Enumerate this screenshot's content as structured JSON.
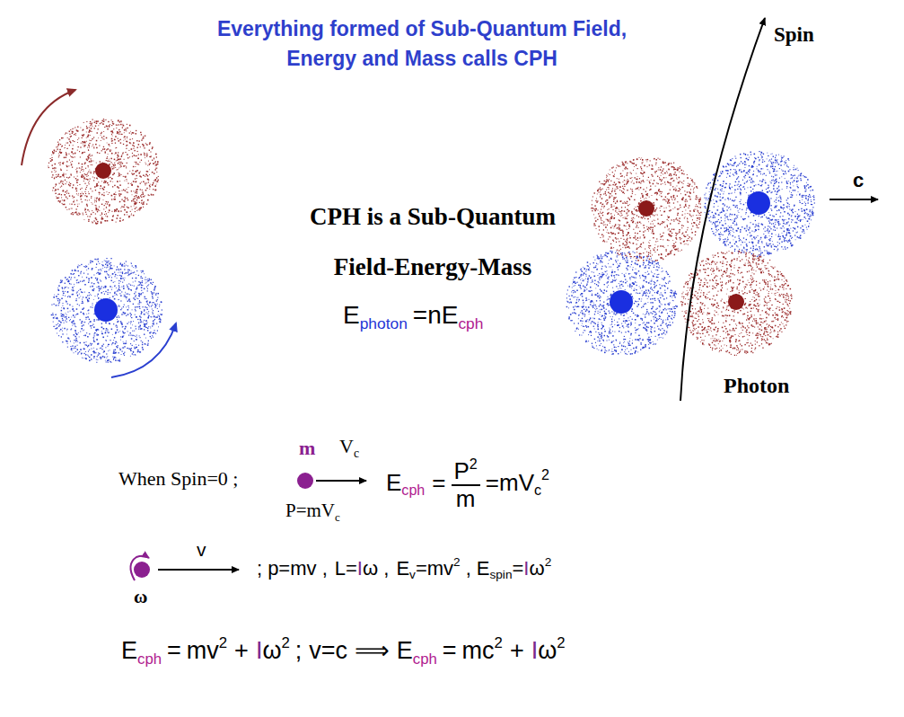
{
  "diagram": {
    "title": "Everything formed of Sub-Quantum Field, Energy and Mass calls CPH",
    "labels": [
      "Spin",
      "c",
      "Photon",
      "CPH is a Sub-Quantum",
      "Field-Energy-Mass",
      "E",
      "photon",
      "=nE",
      "cph",
      "When Spin=0 ;",
      "m",
      "V",
      "c",
      "P=mV",
      "c",
      "E",
      "cph",
      "=",
      "P",
      "2",
      "m",
      "=mV",
      "c",
      "2",
      "ω",
      "v",
      ";",
      "p=mv ,",
      "L=",
      "I",
      "ω ,",
      "E",
      "v",
      "=mv",
      "2",
      ",",
      "E",
      "spin",
      "=",
      "I",
      "ω",
      "2",
      "E",
      "cph",
      "=",
      "mv",
      "2",
      "+",
      "I",
      "ω",
      "2",
      ";",
      "v=c",
      "⟹",
      "E",
      "cph",
      "=",
      "mc",
      "2",
      "+",
      "I",
      "ω",
      "2"
    ]
  }
}
